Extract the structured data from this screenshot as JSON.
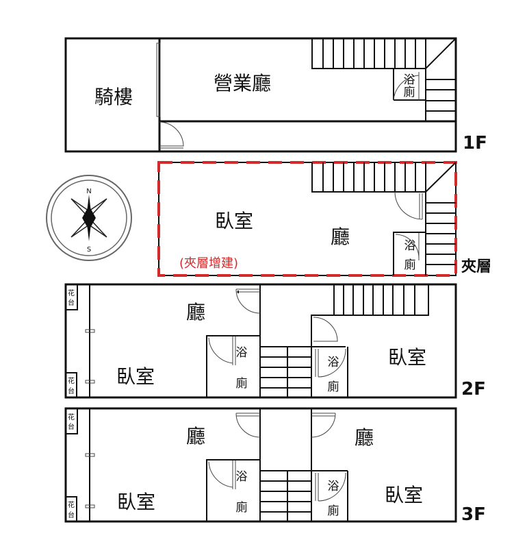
{
  "colors": {
    "mezzanine_outline": "#d42a2a",
    "walls": "#111111"
  },
  "floor_1f": {
    "label": "1F",
    "arcade": "騎樓",
    "business_hall": "營業廳",
    "bath_top": "浴",
    "bath_bottom": "廁"
  },
  "mezzanine": {
    "label": "夾層",
    "bedroom": "臥室",
    "living": "廳",
    "note": "(夾層增建)",
    "bath_top": "浴",
    "bath_bottom": "廁"
  },
  "compass": {
    "north": "N",
    "south": "S"
  },
  "floor_2f": {
    "label": "2F",
    "planter_top": "花",
    "planter_bottom": "台",
    "living": "廳",
    "bedroom_left": "臥室",
    "bedroom_right": "臥室",
    "bath_top": "浴",
    "bath_bottom": "廁"
  },
  "floor_3f": {
    "label": "3F",
    "planter_top": "花",
    "planter_bottom": "台",
    "living_left": "廳",
    "living_right": "廳",
    "bedroom_left": "臥室",
    "bedroom_right": "臥室",
    "bath_top": "浴",
    "bath_bottom": "廁"
  }
}
